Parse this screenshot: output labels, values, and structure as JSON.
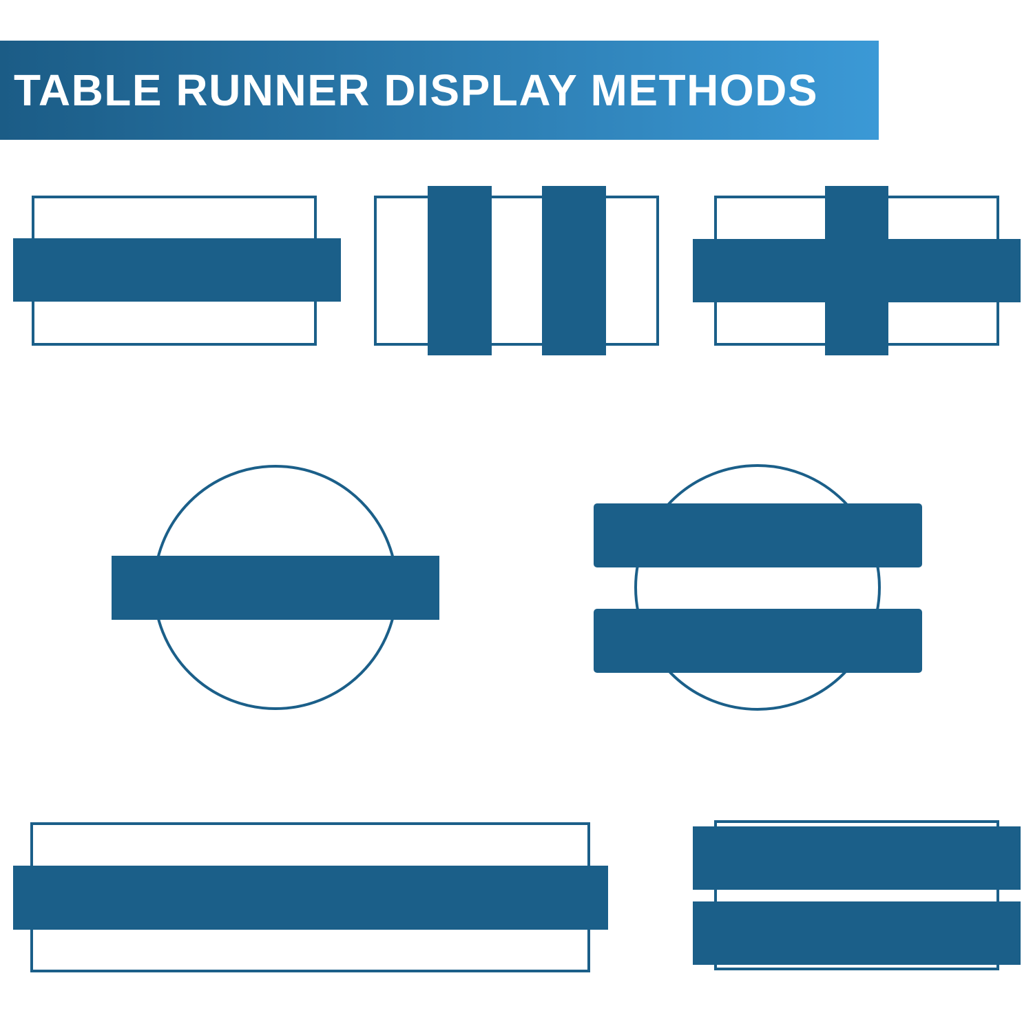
{
  "title": "TABLE RUNNER DISPLAY METHODS",
  "colors": {
    "banner_start": "#1b5c86",
    "banner_end": "#3b99d6",
    "title_text": "#ffffff",
    "shape": "#1b5f89",
    "background": "#ffffff"
  },
  "methods": [
    {
      "table": "rectangle",
      "runner_layout": "one runner lengthwise",
      "runner_count": 1
    },
    {
      "table": "rectangle",
      "runner_layout": "two runners crosswise",
      "runner_count": 2
    },
    {
      "table": "rectangle",
      "runner_layout": "cross: one lengthwise, one crosswise",
      "runner_count": 2
    },
    {
      "table": "round",
      "runner_layout": "one runner across center",
      "runner_count": 1
    },
    {
      "table": "round",
      "runner_layout": "two parallel runners",
      "runner_count": 2
    },
    {
      "table": "long rectangle",
      "runner_layout": "one runner lengthwise",
      "runner_count": 1
    },
    {
      "table": "rectangle",
      "runner_layout": "two parallel runners lengthwise",
      "runner_count": 2
    }
  ]
}
